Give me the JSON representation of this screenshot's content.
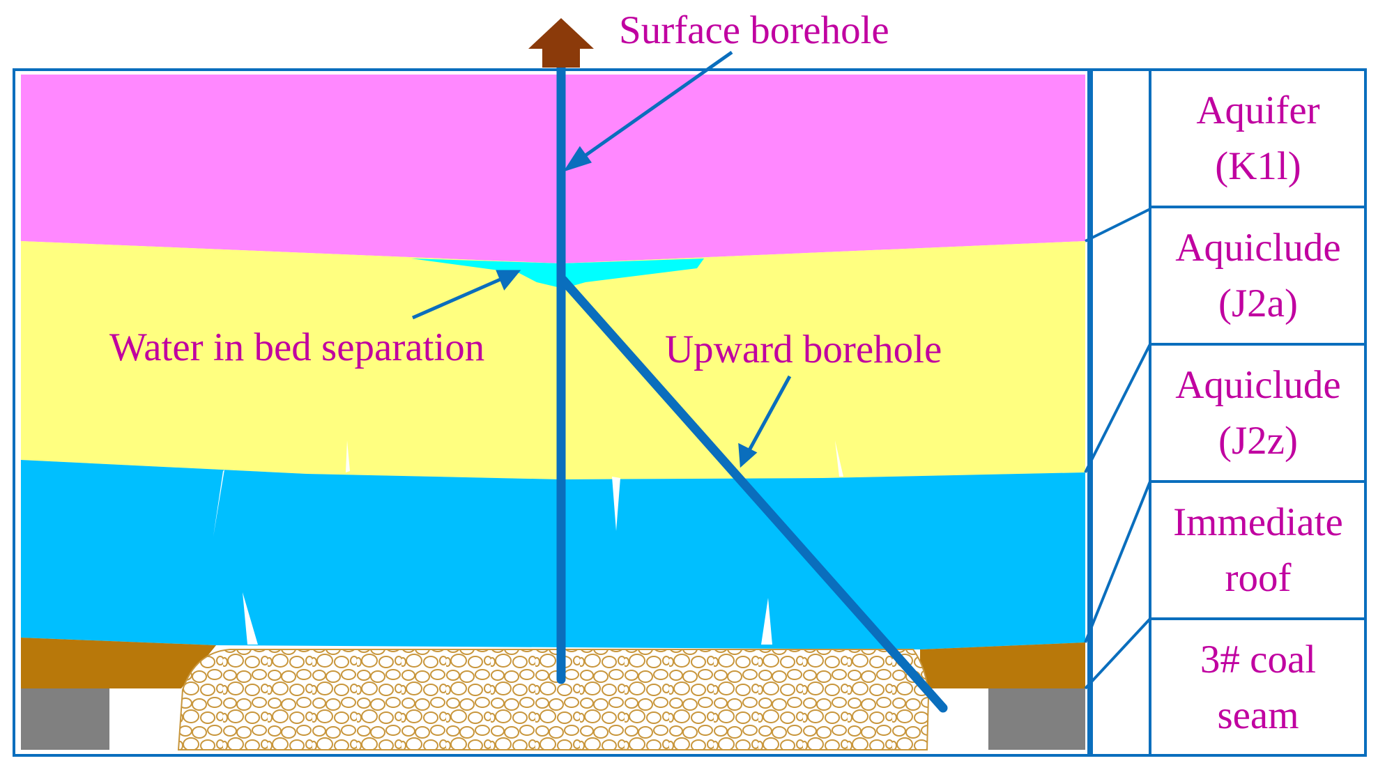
{
  "labels": {
    "surface_borehole": "Surface borehole",
    "water_in_bed_separation": "Water in bed separation",
    "upward_borehole": "Upward borehole"
  },
  "legend": [
    {
      "line1": "Aquifer",
      "line2": "(K1l)"
    },
    {
      "line1": "Aquiclude",
      "line2": "(J2a)"
    },
    {
      "line1": "Aquiclude",
      "line2": "(J2z)"
    },
    {
      "line1": "Immediate",
      "line2": "roof"
    },
    {
      "line1": "3# coal",
      "line2": "seam"
    }
  ],
  "colors": {
    "aquifer": "#ff88ff",
    "aquiclude_j2a": "#ffff80",
    "bed_separation_water": "#00ffff",
    "aquiclude_j2z": "#00bfff",
    "immediate_roof": "#b8780a",
    "coal_seam": "#808080",
    "gob_rubble": "#c8963c",
    "borehole": "#0a6ebd",
    "arrow_head": "#8b3a0a",
    "label_text": "#c000a0"
  }
}
